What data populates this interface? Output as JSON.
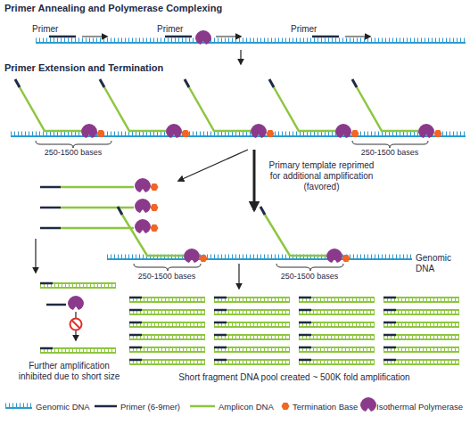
{
  "diagram": {
    "labels": [
      "Primer Annealing and Polymerase Complexing",
      "Primer",
      "Primer",
      "Primer",
      "Primer Extension and Termination",
      "250-1500 bases",
      "250-1500 bases",
      "Primary template reprimed for additional amplification (favored)",
      "250-1500 bases",
      "250-1500 bases",
      "Genomic DNA",
      "Further amplification inhibited due to short size",
      "Short fragment DNA pool created ~ 500K fold amplification"
    ],
    "legend": [
      {
        "text": "Genomic DNA"
      },
      {
        "text": "Primer (6-9mer)"
      },
      {
        "text": "Amplicon DNA"
      },
      {
        "text": "Termination Base"
      },
      {
        "text": "Isothermal Polymerase"
      }
    ]
  }
}
